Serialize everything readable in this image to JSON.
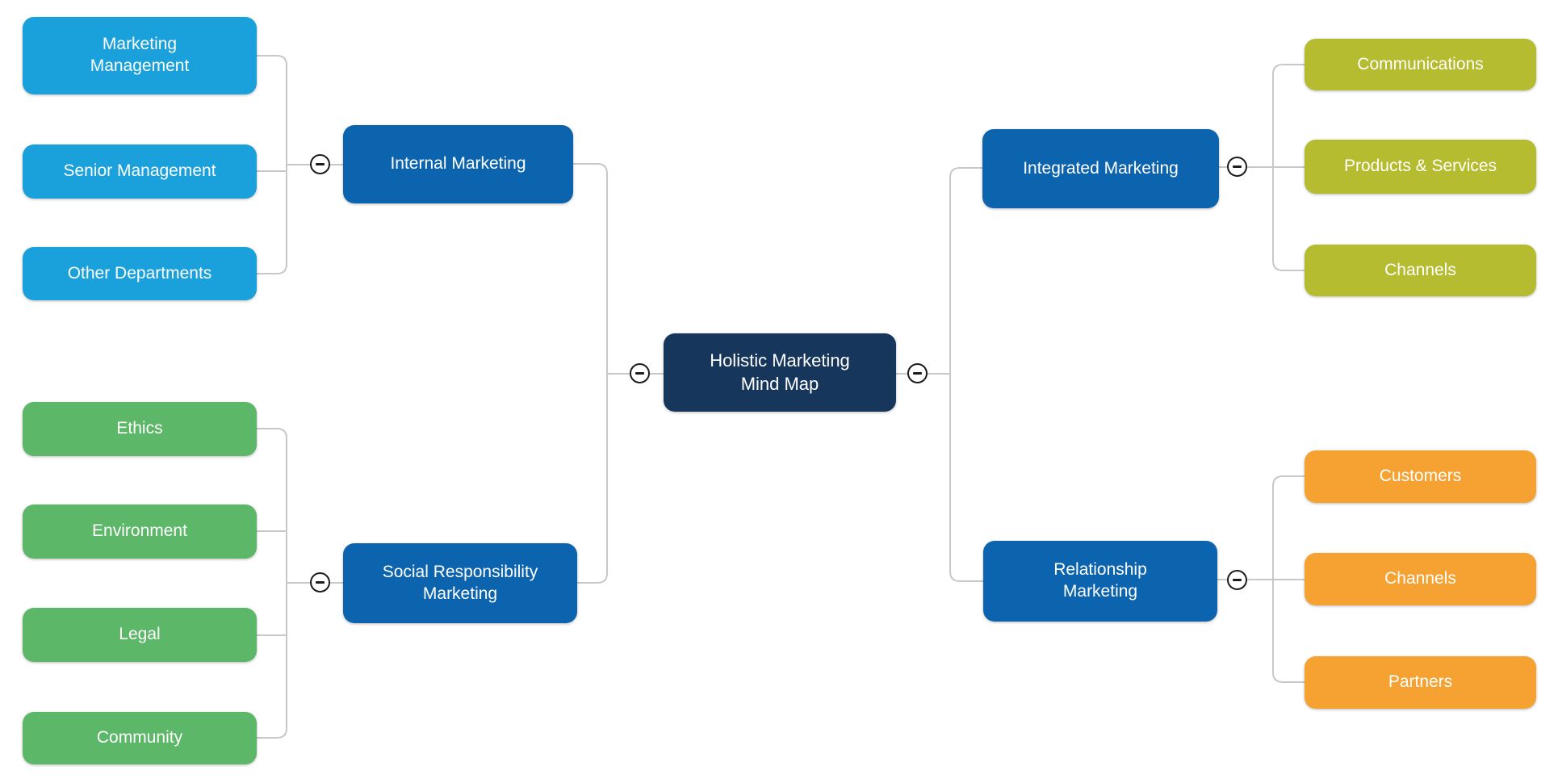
{
  "page": {
    "background": "#FFFFFF"
  },
  "palette": {
    "root_fill": "#16365C",
    "branch_fill": "#0D64AE",
    "internal_children_fill": "#1AA0DB",
    "social_children_fill": "#5CB768",
    "integrated_children_fill": "#B5BC2F",
    "relationship_children_fill": "#F5A233",
    "node_text": "#FFFFFF",
    "connector": "#C8C8C8"
  },
  "icons": {
    "collapse": "minus-circle-icon"
  },
  "mindmap": {
    "root": {
      "label": "Holistic Marketing\nMind Map"
    },
    "branches": [
      {
        "label": "Internal Marketing",
        "children": [
          {
            "label": "Marketing\nManagement"
          },
          {
            "label": "Senior Management"
          },
          {
            "label": "Other Departments"
          }
        ]
      },
      {
        "label": "Social Responsibility\nMarketing",
        "children": [
          {
            "label": "Ethics"
          },
          {
            "label": "Environment"
          },
          {
            "label": "Legal"
          },
          {
            "label": "Community"
          }
        ]
      },
      {
        "label": "Integrated Marketing",
        "children": [
          {
            "label": "Communications"
          },
          {
            "label": "Products & Services"
          },
          {
            "label": "Channels"
          }
        ]
      },
      {
        "label": "Relationship\nMarketing",
        "children": [
          {
            "label": "Customers"
          },
          {
            "label": "Channels"
          },
          {
            "label": "Partners"
          }
        ]
      }
    ]
  }
}
